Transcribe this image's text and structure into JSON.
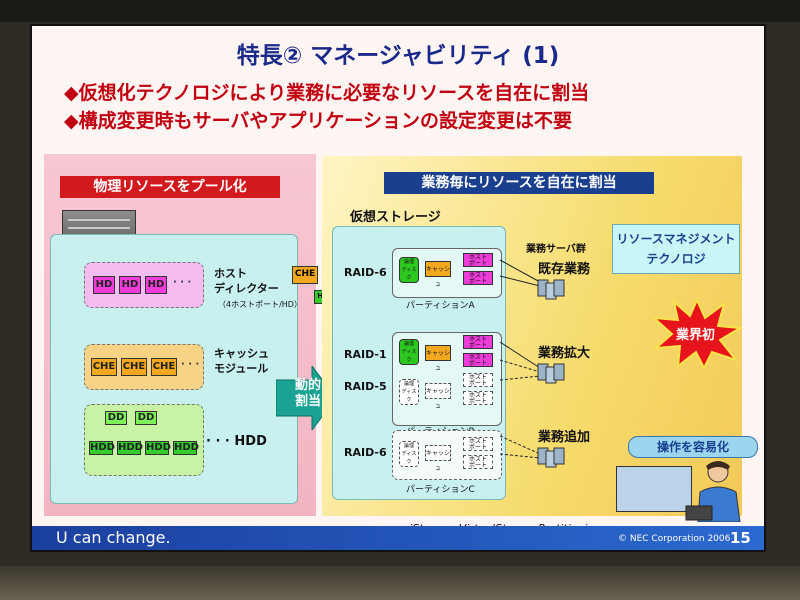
{
  "slide": {
    "title": "特長② マネージャビリティ (1)",
    "bullets": [
      "仮想化テクノロジにより業務に必要なリソースを自在に割当",
      "構成変更時もサーバやアプリケーションの設定変更は不要"
    ],
    "bullet_marker": "◆",
    "left": {
      "label": "物理リソースをプール化",
      "host_director": "ホスト\nディレクター",
      "host_director_note": "（4ホストポート/HD）",
      "cache_module": "キャッシュ\nモジュール",
      "hdd": "HDD",
      "hd_chip": "HD",
      "che_chip": "CHE",
      "dd_chip": "DD",
      "hdd_chip": "HDD",
      "ellipsis": "· · ·"
    },
    "dynamic": "動的\n割当",
    "right": {
      "label": "業務毎にリソースを自在に割当",
      "vstorage_title": "仮想ストレージ",
      "raid": [
        "RAID-6",
        "RAID-1",
        "RAID-5",
        "RAID-6"
      ],
      "partitions": [
        "パーティションA",
        "パーティションB",
        "パーティションC"
      ],
      "logical_disk": "論理\nディスク",
      "cache": "キャッシュ",
      "host_port": "ホスト\nポート",
      "server_group": "業務サーバ群",
      "businesses": [
        "既存業務",
        "業務拡大",
        "業務追加"
      ],
      "tech_box": "リソースマネジメント\nテクノロジ",
      "industry_first": "業界初",
      "ease": "操作を容易化",
      "istorage": "~iStorage VirtualStoragePartitioning~"
    },
    "footer": {
      "brand": "U can change.",
      "copyright": "© NEC Corporation 2006",
      "page": "15"
    }
  },
  "colors": {
    "title_blue": "#1a2a8a",
    "bullet_red": "#c00010",
    "footer_blue": "#1b3f9f"
  }
}
